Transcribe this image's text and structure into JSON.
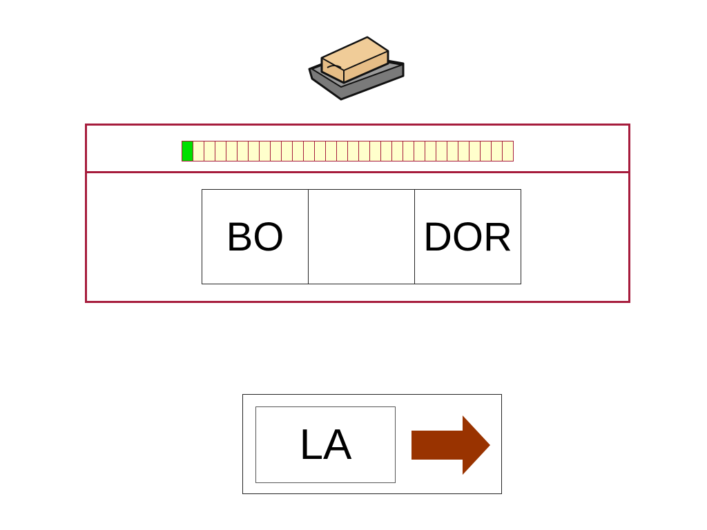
{
  "progress": {
    "total_cells": 30,
    "filled_cells": 1,
    "fill_color": "#00e000",
    "empty_color": "#ffffcc"
  },
  "word": {
    "syllables": [
      "BO",
      "",
      "DOR"
    ]
  },
  "answer": {
    "option": "LA"
  },
  "icons": {
    "top": "eraser-icon",
    "next": "arrow-right-icon"
  },
  "colors": {
    "panel_border": "#a61c3c",
    "arrow": "#993300"
  }
}
